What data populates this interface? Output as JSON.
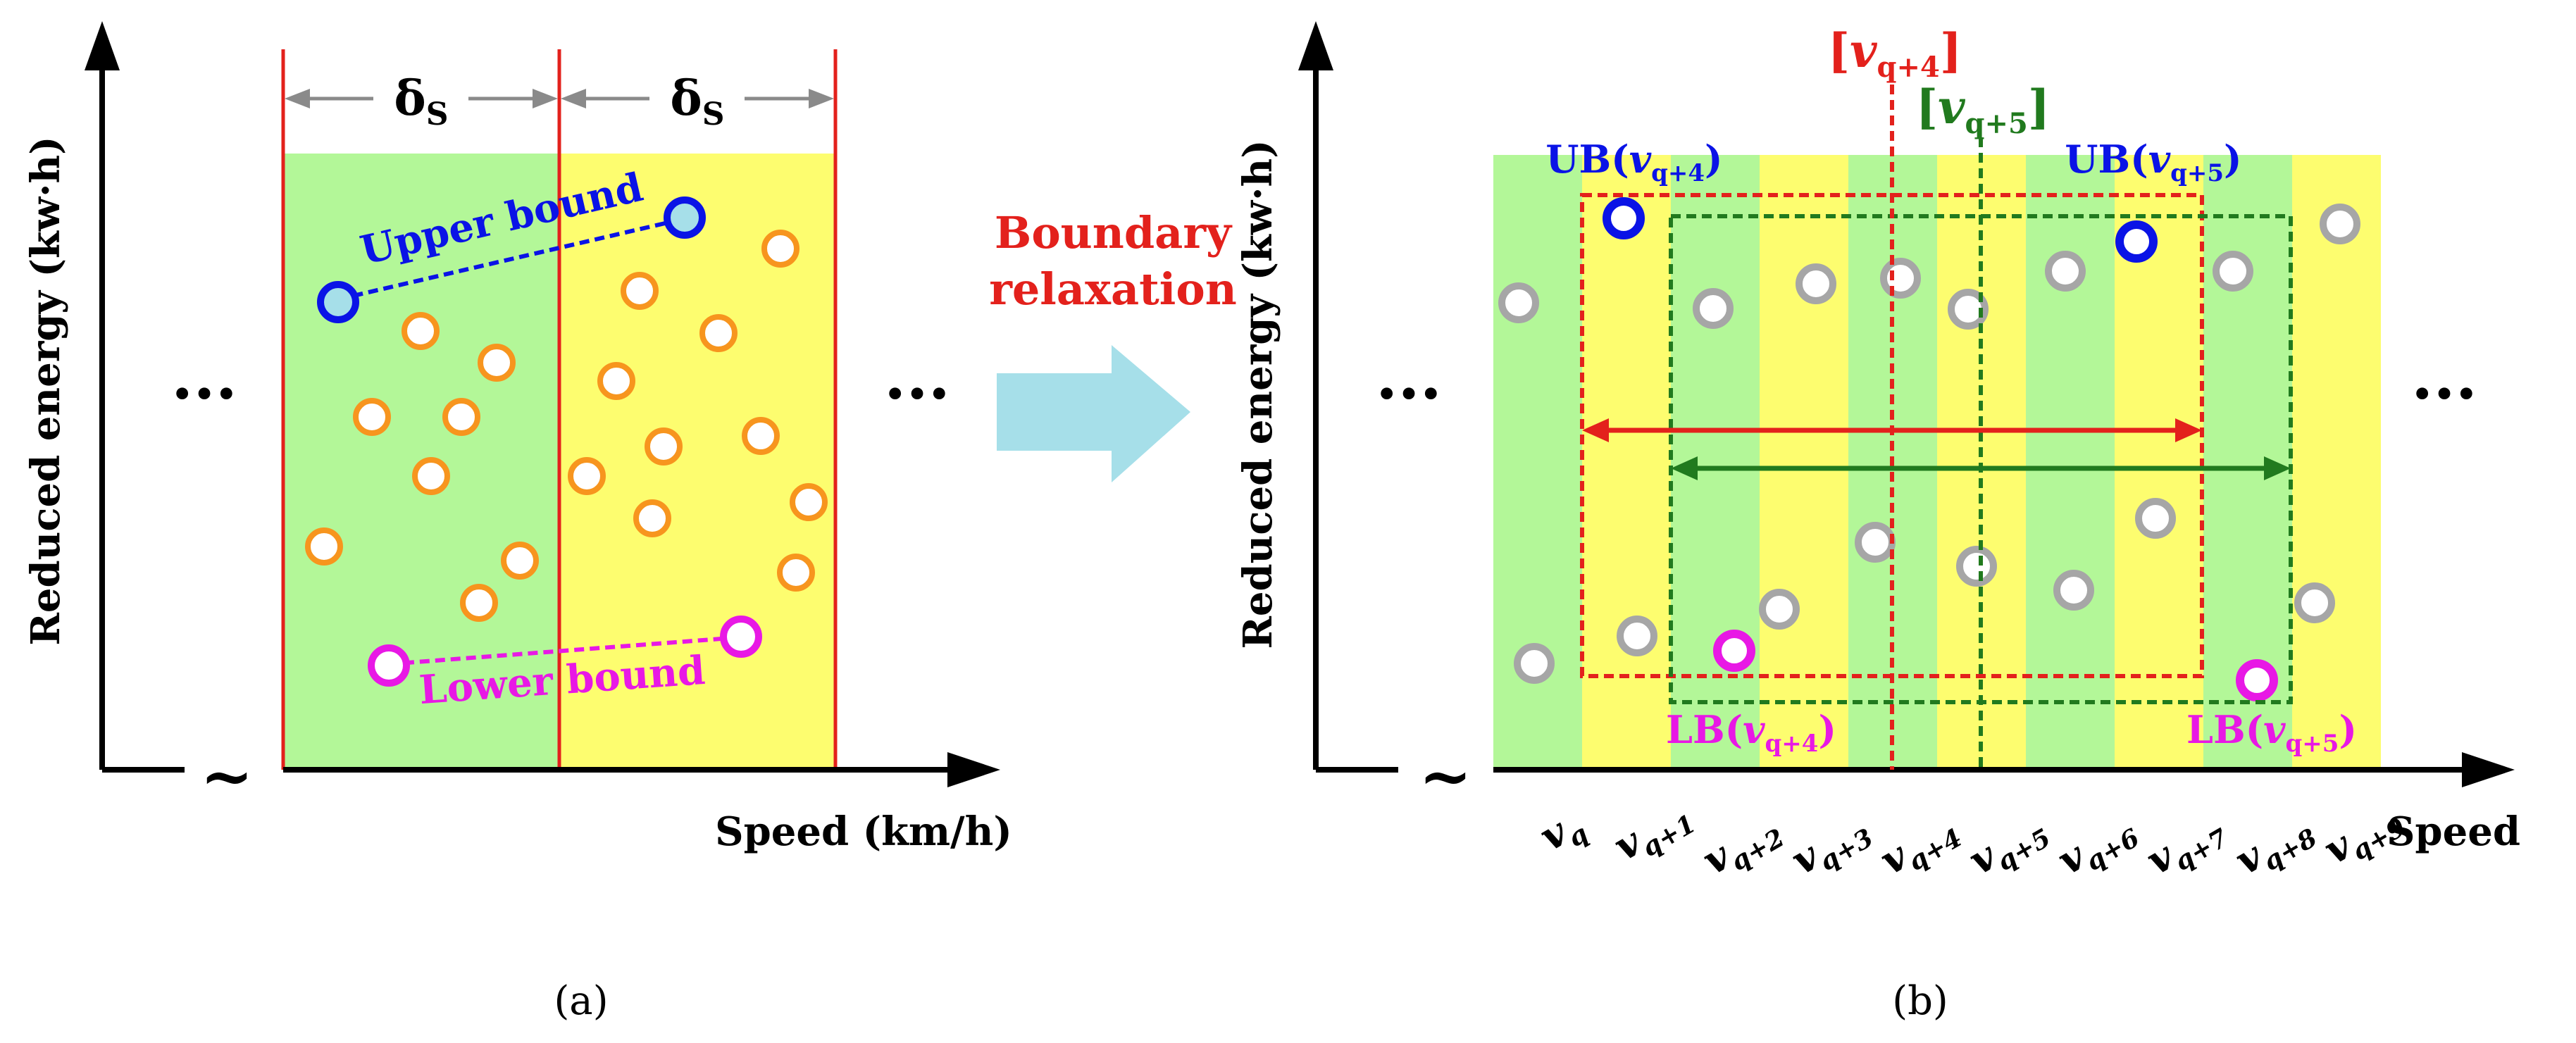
{
  "colors": {
    "green": "#b3f798",
    "yellow": "#fdfd6f",
    "orange": "#f7951e",
    "blue": "#0a13e6",
    "magenta": "#e818e5",
    "gray": "#a6a6a6",
    "red": "#e3211c",
    "dark_green": "#217a1e",
    "arrow_fill": "#a6dfe9"
  },
  "panel_a": {
    "y_axis_label": "Reduced energy (kw·h)",
    "x_axis_label": "Speed (km/h)",
    "delta_labels": [
      "δ",
      "δ"
    ],
    "delta_subscript": "S",
    "upper_bound_label": "Upper bound",
    "lower_bound_label": "Lower bound",
    "ellipsis_left": "···",
    "ellipsis_right": "···",
    "tilde": "~",
    "caption": "(a)"
  },
  "transition": {
    "line1": "Boundary",
    "line2": "relaxation"
  },
  "panel_b": {
    "y_axis_label": "Reduced energy (kw·h)",
    "x_axis_label": "Speed",
    "ellipsis_left": "···",
    "ellipsis_right": "···",
    "tilde": "~",
    "caption": "(b)",
    "interval_red": {
      "open": "[",
      "v": "v",
      "sub": "q+4",
      "close": "]"
    },
    "interval_green": {
      "open": "[",
      "v": "v",
      "sub": "q+5",
      "close": "]"
    },
    "ub_q4": {
      "pre": "UB(",
      "v": "v",
      "sub": "q+4",
      "post": ")"
    },
    "ub_q5": {
      "pre": "UB(",
      "v": "v",
      "sub": "q+5",
      "post": ")"
    },
    "lb_q4": {
      "pre": "LB(",
      "v": "v",
      "sub": "q+4",
      "post": ")"
    },
    "lb_q5": {
      "pre": "LB(",
      "v": "v",
      "sub": "q+5",
      "post": ")"
    },
    "speed_ticks": [
      {
        "v": "v",
        "sub": "q"
      },
      {
        "v": "v",
        "sub": "q+1"
      },
      {
        "v": "v",
        "sub": "q+2"
      },
      {
        "v": "v",
        "sub": "q+3"
      },
      {
        "v": "v",
        "sub": "q+4"
      },
      {
        "v": "v",
        "sub": "q+5"
      },
      {
        "v": "v",
        "sub": "q+6"
      },
      {
        "v": "v",
        "sub": "q+7"
      },
      {
        "v": "v",
        "sub": "q+8"
      },
      {
        "v": "v",
        "sub": "q+9"
      }
    ]
  }
}
